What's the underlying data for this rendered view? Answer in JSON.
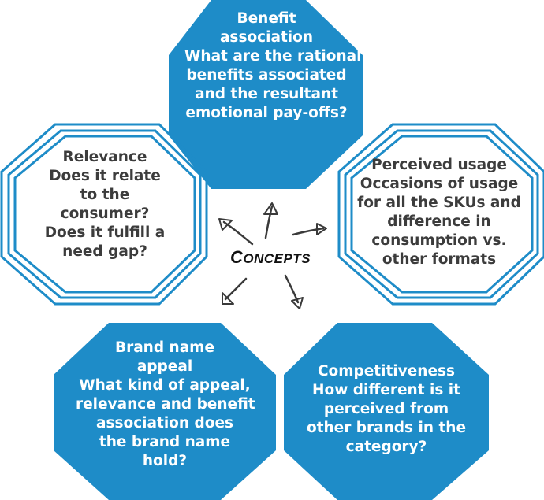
{
  "colors": {
    "blue": "#1e8cc8",
    "outline": "#1e8cc8",
    "arrow": "#3a3a3a"
  },
  "center": {
    "label": "Concepts"
  },
  "nodes": {
    "benefit": {
      "lines": [
        "Benefit",
        "association",
        "What are the rational",
        "benefits associated",
        "and the resultant",
        "emotional pay-offs?"
      ]
    },
    "relevance": {
      "lines": [
        "Relevance",
        "Does it relate",
        "to the",
        "consumer?",
        "Does it fulfill a",
        "need gap?"
      ]
    },
    "usage": {
      "lines": [
        "Perceived usage",
        "Occasions of usage",
        "for all the SKUs and",
        "difference in",
        "consumption vs.",
        "other formats"
      ]
    },
    "brand": {
      "lines": [
        "Brand name",
        "appeal",
        "What kind of appeal,",
        "relevance and benefit",
        "association does",
        "the brand name",
        "hold?"
      ]
    },
    "competitive": {
      "lines": [
        "Competitiveness",
        "How different is it",
        "perceived from",
        "other brands in the",
        "category?"
      ]
    }
  }
}
